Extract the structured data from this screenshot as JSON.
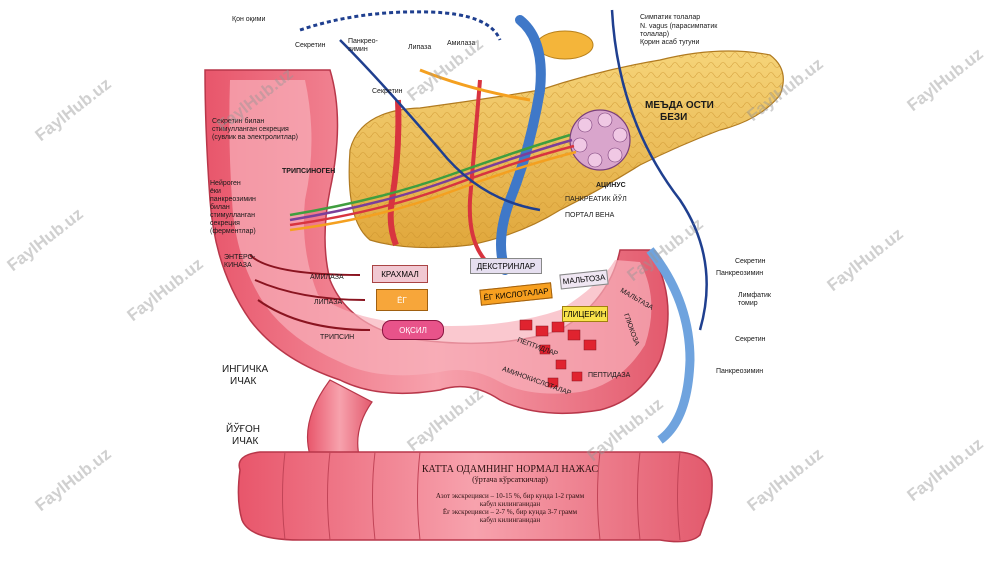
{
  "watermark": "FaylHub.uz",
  "labels": {
    "kon_oqimi": "Қон оқими",
    "simpatik": "Симпатик толалар",
    "n_vagus": "N. vagus (парасимпатик",
    "n_vagus2": "толалар)",
    "korin": "Қорин асаб тугуни",
    "sekretin_top": "Секретин",
    "pankreozimin_top": "Панкрео-",
    "pankreozimin_top2": "зимин",
    "lipaza_top": "Липаза",
    "amilaza_top": "Амилаза",
    "sekretin_mid": "Секретин",
    "meda_osti": "МЕЪДА ОСТИ",
    "bezi": "БЕЗИ",
    "sekretin_stim": "Секретин билан",
    "sekretin_stim2": "стимулланган секреция",
    "sekretin_stim3": "(сувлик ва электролитлар)",
    "tripsinogen": "ТРИПСИНОГЕН",
    "neyrogen1": "Нейроген",
    "neyrogen2": "ёки",
    "neyrogen3": "панкреозимин",
    "neyrogen4": "билан",
    "neyrogen5": "стимулланган",
    "neyrogen6": "секреция",
    "neyrogen7": "(ферментлар)",
    "atsinus": "АЦИНУС",
    "pankreatik": "ПАНКРЕАТИК ЙЎЛ",
    "portal": "ПОРТАЛ ВЕНА",
    "entero1": "ЭНТЕРО-",
    "entero2": "КИНАЗА",
    "amilaza": "АМИЛАЗА",
    "lipaza": "ЛИПАЗА",
    "tripsin": "ТРИПСИН",
    "krahmal": "КРАХМАЛ",
    "dekstrinlar": "ДЕКСТРИНЛАР",
    "maltoza": "МАЛЬТОЗА",
    "maltaza": "МАЛЬТАЗА",
    "glyukoza": "ГЛЮКОЗА",
    "yog": "ЁГ",
    "yog_kislota": "ЁГ КИСЛОТАЛАР",
    "glitserin": "ГЛИЦЕРИН",
    "oqsil": "ОҚСИЛ",
    "peptidlar": "ПЕПТИДЛАР",
    "aminokislota": "АМИНОКИСЛОТАЛАР",
    "peptidaza": "ПЕПТИДАЗА",
    "sekretin_r1": "Секретин",
    "pankreozimin_r1": "Панкреозимин",
    "limfatik1": "Лимфатик",
    "limfatik2": "томир",
    "sekretin_r2": "Секретин",
    "pankreozimin_r2": "Панкреозимин",
    "ingichka1": "ИНГИЧКА",
    "ingichka2": "ИЧАК",
    "yugon1": "ЙЎҒОН",
    "yugon2": "ИЧАК"
  },
  "caption": {
    "title": "КАТТА ОДАМНИНГ НОРМАЛ НАЖАС",
    "subtitle": "(ўртача кўрсаткичлар)",
    "line1": "Азот экскрецияси – 10-15 %, бир кунда 1-2 грамм",
    "line2": "кабул килинганидан",
    "line3": "Ёғ экскрецияси – 2-7 %, бир кунда 3-7 грамм",
    "line4": "кабул килинганидан"
  },
  "colors": {
    "intestine": "#f07a8a",
    "intestine_light": "#f9b5bf",
    "pancreas": "#f2c45a",
    "blood_blue": "#3f78c8",
    "vessel_red": "#d8343f",
    "dark_blue": "#1f3f8f"
  }
}
